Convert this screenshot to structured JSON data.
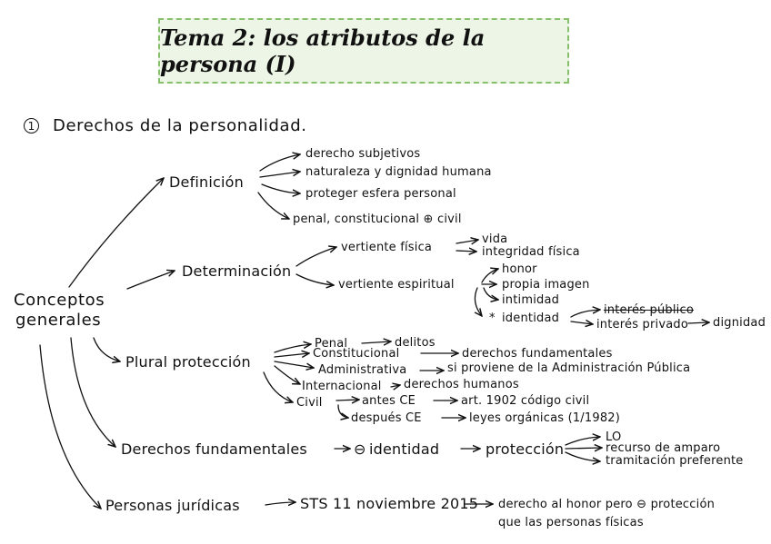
{
  "title": "Tema 2: los atributos de la persona (I)",
  "section": {
    "number": "1",
    "heading": "Derechos de la personalidad."
  },
  "root": {
    "line1": "Conceptos",
    "line2": "generales"
  },
  "definicion": {
    "label": "Definición",
    "items": [
      "derecho subjetivos",
      "naturaleza y dignidad humana",
      "proteger esfera personal",
      "penal, constitucional ⊕ civil"
    ]
  },
  "determinacion": {
    "label": "Determinación",
    "fisica": {
      "label": "vertiente física",
      "items": [
        "vida",
        "integridad física"
      ]
    },
    "espiritual": {
      "label": "vertiente espiritual",
      "items": [
        "honor",
        "propia imagen",
        "intimidad"
      ],
      "identidad": {
        "marker": "*",
        "label": "identidad",
        "struck": "interés público",
        "privado": "interés privado",
        "result": "dignidad"
      }
    }
  },
  "proteccion": {
    "label": "Plural protección",
    "penal": {
      "label": "Penal",
      "target": "delitos"
    },
    "constitucional": {
      "label": "Constitucional",
      "target": "derechos fundamentales"
    },
    "administrativa": {
      "label": "Administrativa",
      "target": "si proviene de la Administración Pública"
    },
    "internacional": {
      "label": "Internacional",
      "target": "derechos humanos"
    },
    "civil": {
      "label": "Civil",
      "antes": {
        "label": "antes CE",
        "target": "art. 1902 código civil"
      },
      "despues": {
        "label": "después CE",
        "target": "leyes orgánicas (1/1982)"
      }
    }
  },
  "fundamentales": {
    "label": "Derechos fundamentales",
    "minus": "⊖",
    "identidad": "identidad",
    "proteccion": "protección",
    "items": [
      "LO",
      "recurso de amparo",
      "tramitación preferente"
    ]
  },
  "juridicas": {
    "label": "Personas jurídicas",
    "sts": "STS 11 noviembre 2015",
    "line1": "derecho al honor pero ⊖ protección",
    "line2": "que las personas físicas"
  }
}
